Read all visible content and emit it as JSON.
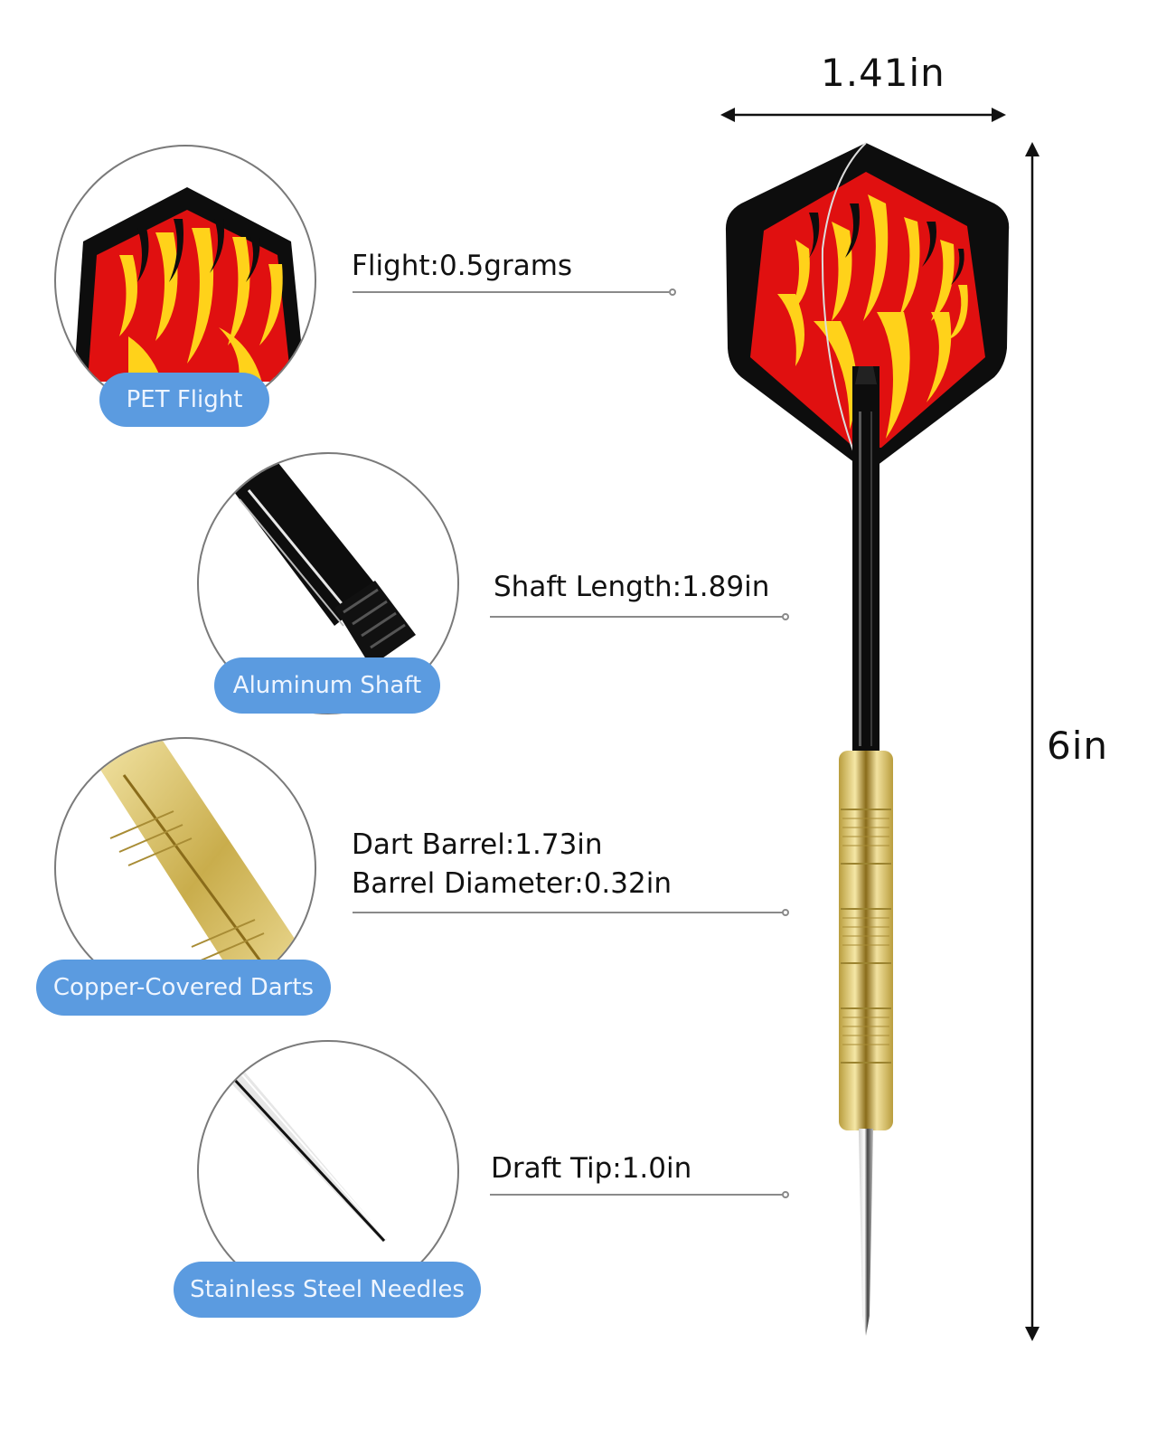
{
  "dimensions": {
    "width_label": "1.41in",
    "length_label": "6in"
  },
  "components": [
    {
      "badge": "PET Flight",
      "specs": [
        "Flight:0.5grams"
      ],
      "icon": "flight-icon"
    },
    {
      "badge": "Aluminum Shaft",
      "specs": [
        "Shaft Length:1.89in"
      ],
      "icon": "shaft-icon"
    },
    {
      "badge": "Copper-Covered Darts",
      "specs": [
        "Dart Barrel:1.73in",
        "Barrel Diameter:0.32in"
      ],
      "icon": "barrel-icon"
    },
    {
      "badge": "Stainless  Steel Needles",
      "specs": [
        "Draft Tip:1.0in"
      ],
      "icon": "needle-icon"
    }
  ],
  "colors": {
    "badge_bg": "#5b9be0",
    "badge_text": "#eef5ff",
    "flame_red": "#e01010",
    "flame_yellow": "#ffd21a",
    "flight_black": "#0d0d0d",
    "barrel_gold": "#e8d68a",
    "leader_gray": "#8a8a8a"
  }
}
